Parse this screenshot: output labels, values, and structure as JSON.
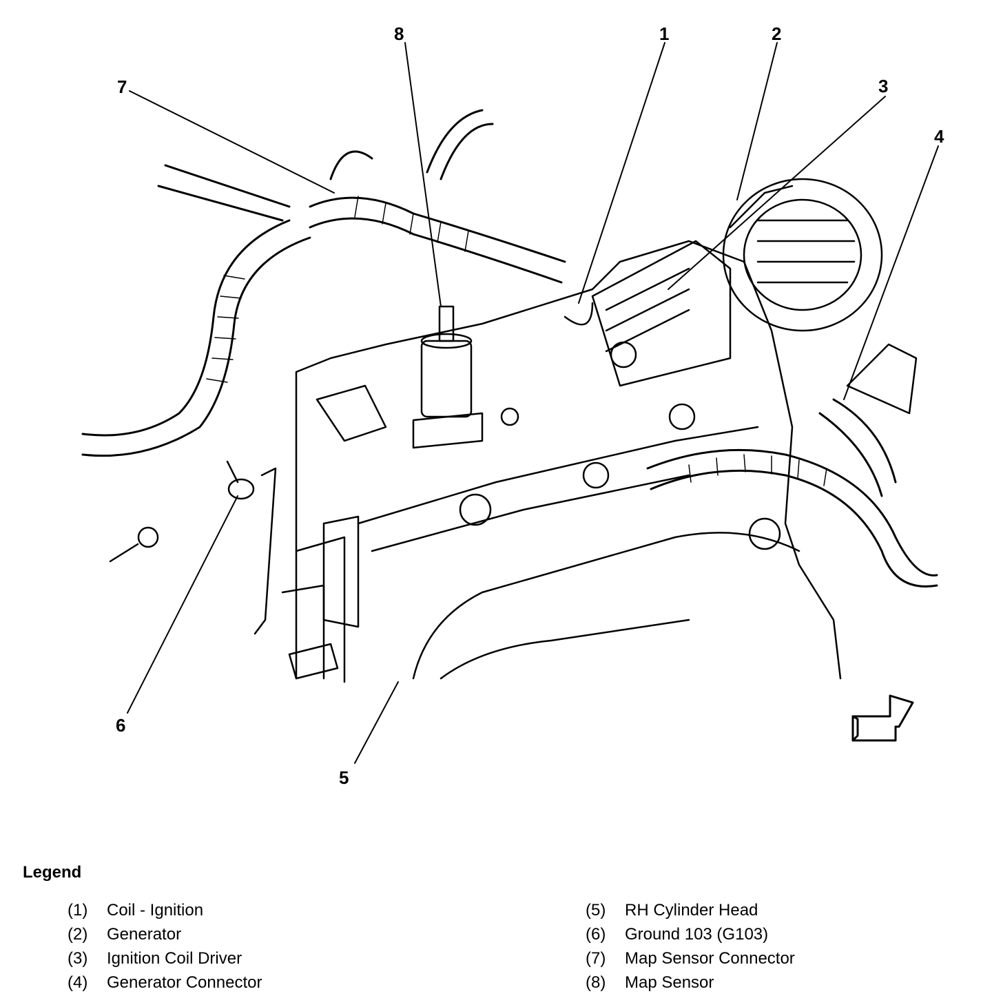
{
  "callouts": [
    "1",
    "2",
    "3",
    "4",
    "5",
    "6",
    "7",
    "8"
  ],
  "legend": {
    "title": "Legend",
    "items": [
      {
        "num": "(1)",
        "label": "Coil - Ignition"
      },
      {
        "num": "(2)",
        "label": "Generator"
      },
      {
        "num": "(3)",
        "label": "Ignition Coil Driver"
      },
      {
        "num": "(4)",
        "label": "Generator Connector"
      },
      {
        "num": "(5)",
        "label": "RH Cylinder Head"
      },
      {
        "num": "(6)",
        "label": "Ground 103 (G103)"
      },
      {
        "num": "(7)",
        "label": "Map Sensor Connector"
      },
      {
        "num": "(8)",
        "label": "Map Sensor"
      }
    ]
  }
}
